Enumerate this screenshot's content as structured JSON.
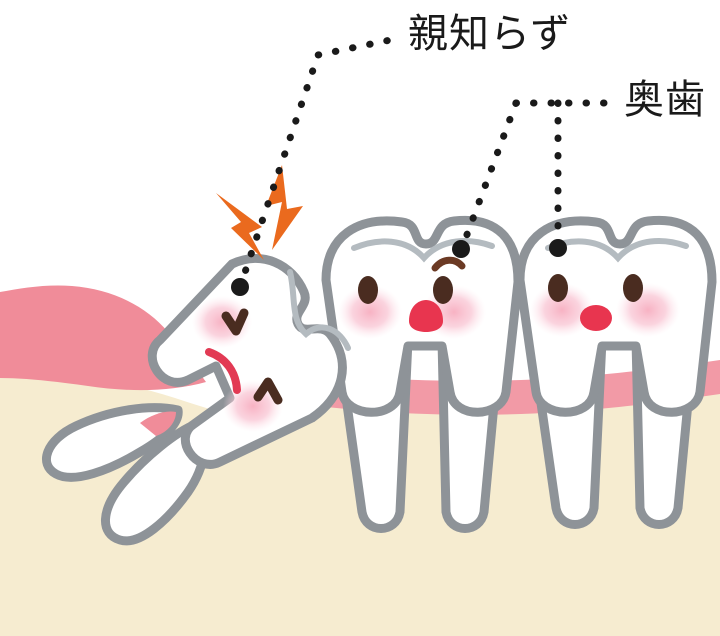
{
  "illustration": {
    "title": "wisdom-tooth-and-molars-diagram",
    "type": "dental-illustration"
  },
  "labels": {
    "wisdom_tooth": "親知らず",
    "molars": "奥歯"
  },
  "colors": {
    "tooth_fill": "#ffffff",
    "tooth_outline": "#8e9398",
    "gum_pink": "#f08c99",
    "gum_pink_light": "#f29aa6",
    "bone_cream": "#f6ecd0",
    "blush": "#f9c2cf",
    "eye_brown": "#4a2c20",
    "mouth_red": "#e8354f",
    "mouth_red_sad": "#e23a54",
    "lightning_orange": "#ea6a1e",
    "leader_dot": "#1a1a1a",
    "label_text": "#1a1a1a",
    "background": "#ffffff"
  },
  "teeth": [
    {
      "id": "wisdom-tooth",
      "name": "親知らず",
      "state": "impacted-tilted",
      "expression": "sad",
      "has_pain_symbol": true,
      "label": "wisdom_tooth"
    },
    {
      "id": "molar-middle",
      "name": "奥歯",
      "state": "erupted",
      "expression": "worried",
      "has_pain_symbol": false,
      "label": "molars"
    },
    {
      "id": "molar-right",
      "name": "奥歯",
      "state": "erupted",
      "expression": "neutral",
      "has_pain_symbol": false,
      "label": "molars"
    }
  ],
  "pain_symbol": {
    "name": "lightning-bolt",
    "count": 2,
    "color": "#ea6a1e"
  },
  "leader_lines": [
    {
      "name": "leader-wisdom",
      "from_label": "親知らず",
      "to_tooth": "wisdom-tooth",
      "style": "dotted-elbow"
    },
    {
      "name": "leader-molars",
      "from_label": "奥歯",
      "to_tooth": "molar-middle, molar-right",
      "style": "dotted-branched"
    }
  ]
}
